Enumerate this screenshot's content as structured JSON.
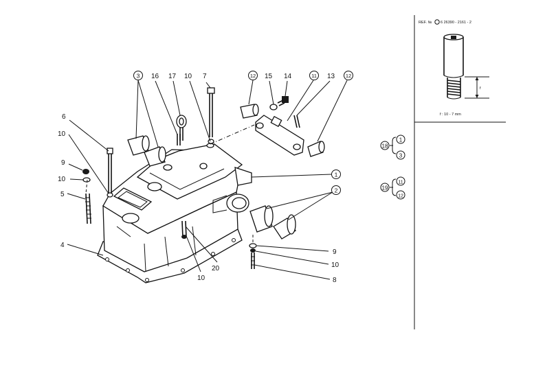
{
  "callouts": {
    "c1": "1",
    "c2": "2",
    "c3": "3",
    "c4": "4",
    "c5": "5",
    "c6": "6",
    "c7": "7",
    "c8": "8",
    "c9a": "9",
    "c9b": "9",
    "c10a": "10",
    "c10b": "10",
    "c10c": "10",
    "c10d": "10",
    "c10e": "10",
    "c11": "11",
    "c12a": "12",
    "c12b": "12",
    "c13": "13",
    "c14": "14",
    "c15": "15",
    "c16": "16",
    "c17": "17",
    "c20": "20"
  },
  "inset": {
    "ref": "REF. №",
    "ref_code": "6 26390 - 2161 - 2",
    "dim_label": "f",
    "dim_value": "f : 10 - 7 mm"
  },
  "groups": {
    "g18": {
      "id": "18",
      "members": [
        "1",
        "3"
      ]
    },
    "g19": {
      "id": "19",
      "members": [
        "11",
        "12"
      ]
    }
  }
}
